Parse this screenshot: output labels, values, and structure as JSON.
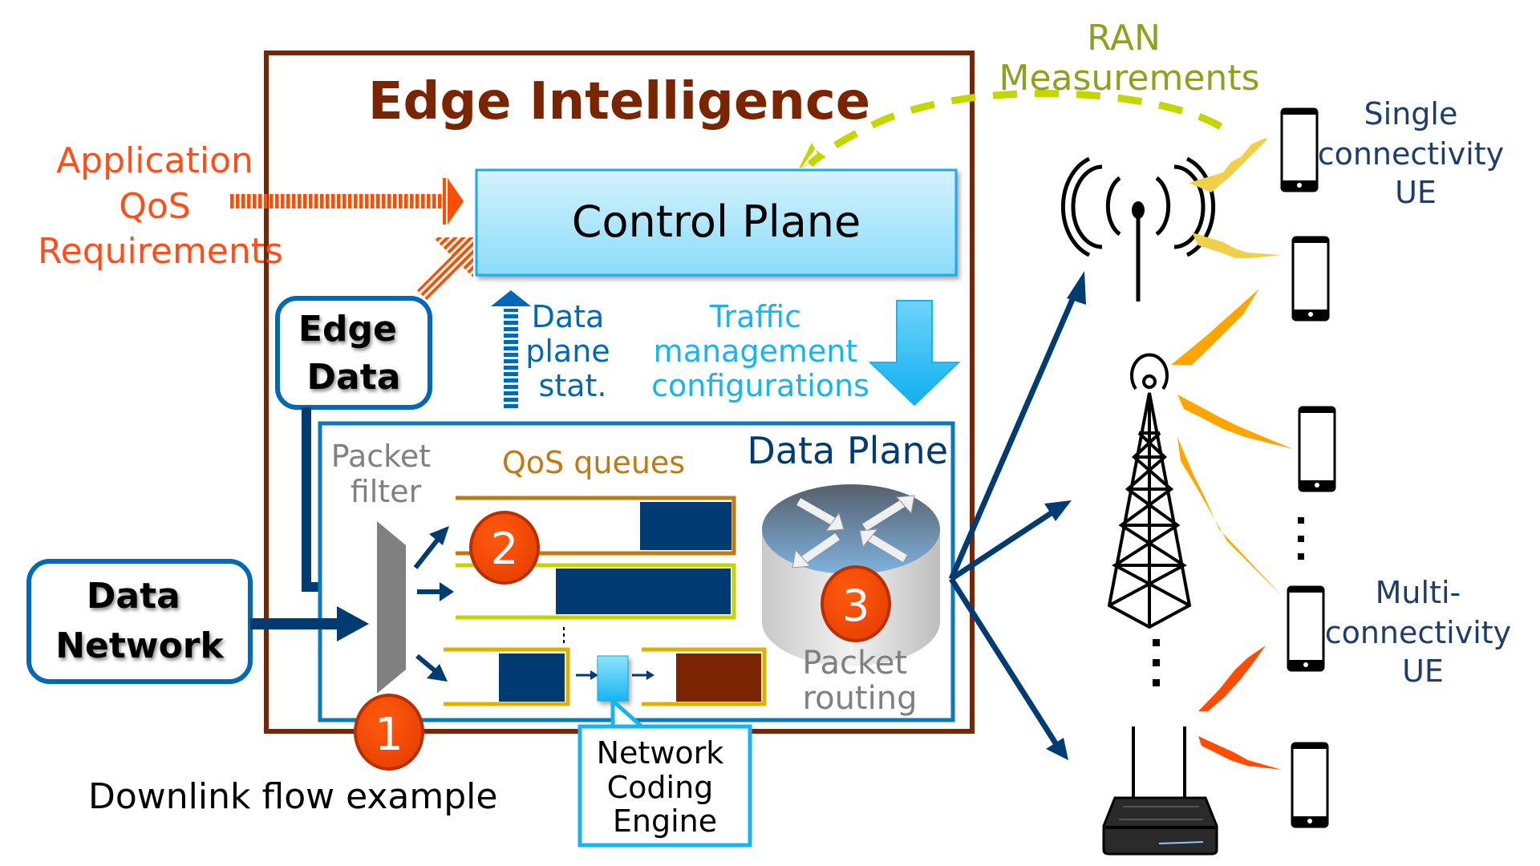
{
  "title": "Edge Intelligence",
  "control_plane": {
    "label": "Control Plane"
  },
  "app_qos": {
    "lines": [
      "Application",
      "QoS",
      "Requirements"
    ]
  },
  "ran_measurements": {
    "lines": [
      "RAN",
      "Measurements"
    ]
  },
  "edge_data": {
    "lines": [
      "Edge",
      "Data"
    ]
  },
  "data_network": {
    "lines": [
      "Data",
      "Network"
    ]
  },
  "data_plane_stat": {
    "lines": [
      "Data",
      "plane",
      "stat."
    ]
  },
  "traffic_mgmt": {
    "lines": [
      "Traffic",
      "management",
      "configurations"
    ]
  },
  "data_plane": {
    "label": "Data Plane",
    "packet_filter": [
      "Packet",
      "filter"
    ],
    "qos_queues": "QoS queues",
    "packet_routing": [
      "Packet",
      "routing"
    ]
  },
  "steps": [
    "1",
    "2",
    "3"
  ],
  "network_coding_engine": {
    "lines": [
      "Network",
      "Coding",
      "Engine"
    ]
  },
  "downlink_caption": "Downlink flow example",
  "single_ue": {
    "lines": [
      "Single",
      "connectivity",
      "UE"
    ]
  },
  "multi_ue": {
    "lines": [
      "Multi-",
      "connectivity",
      "UE"
    ]
  },
  "colors": {
    "edge_box": "#7a2400",
    "control_plane_fill": "#a7e3fb",
    "control_plane_border": "#1eaaf1",
    "qos_text": "#ff4e1a",
    "ran_text": "#8ea11e",
    "ran_line": "#c3d600",
    "dark_blue": "#003c71",
    "mid_blue": "#0068b5",
    "light_blue": "#18b4f0",
    "step_badge": "#ff4c00",
    "ue_text": "#1f3d6b"
  }
}
